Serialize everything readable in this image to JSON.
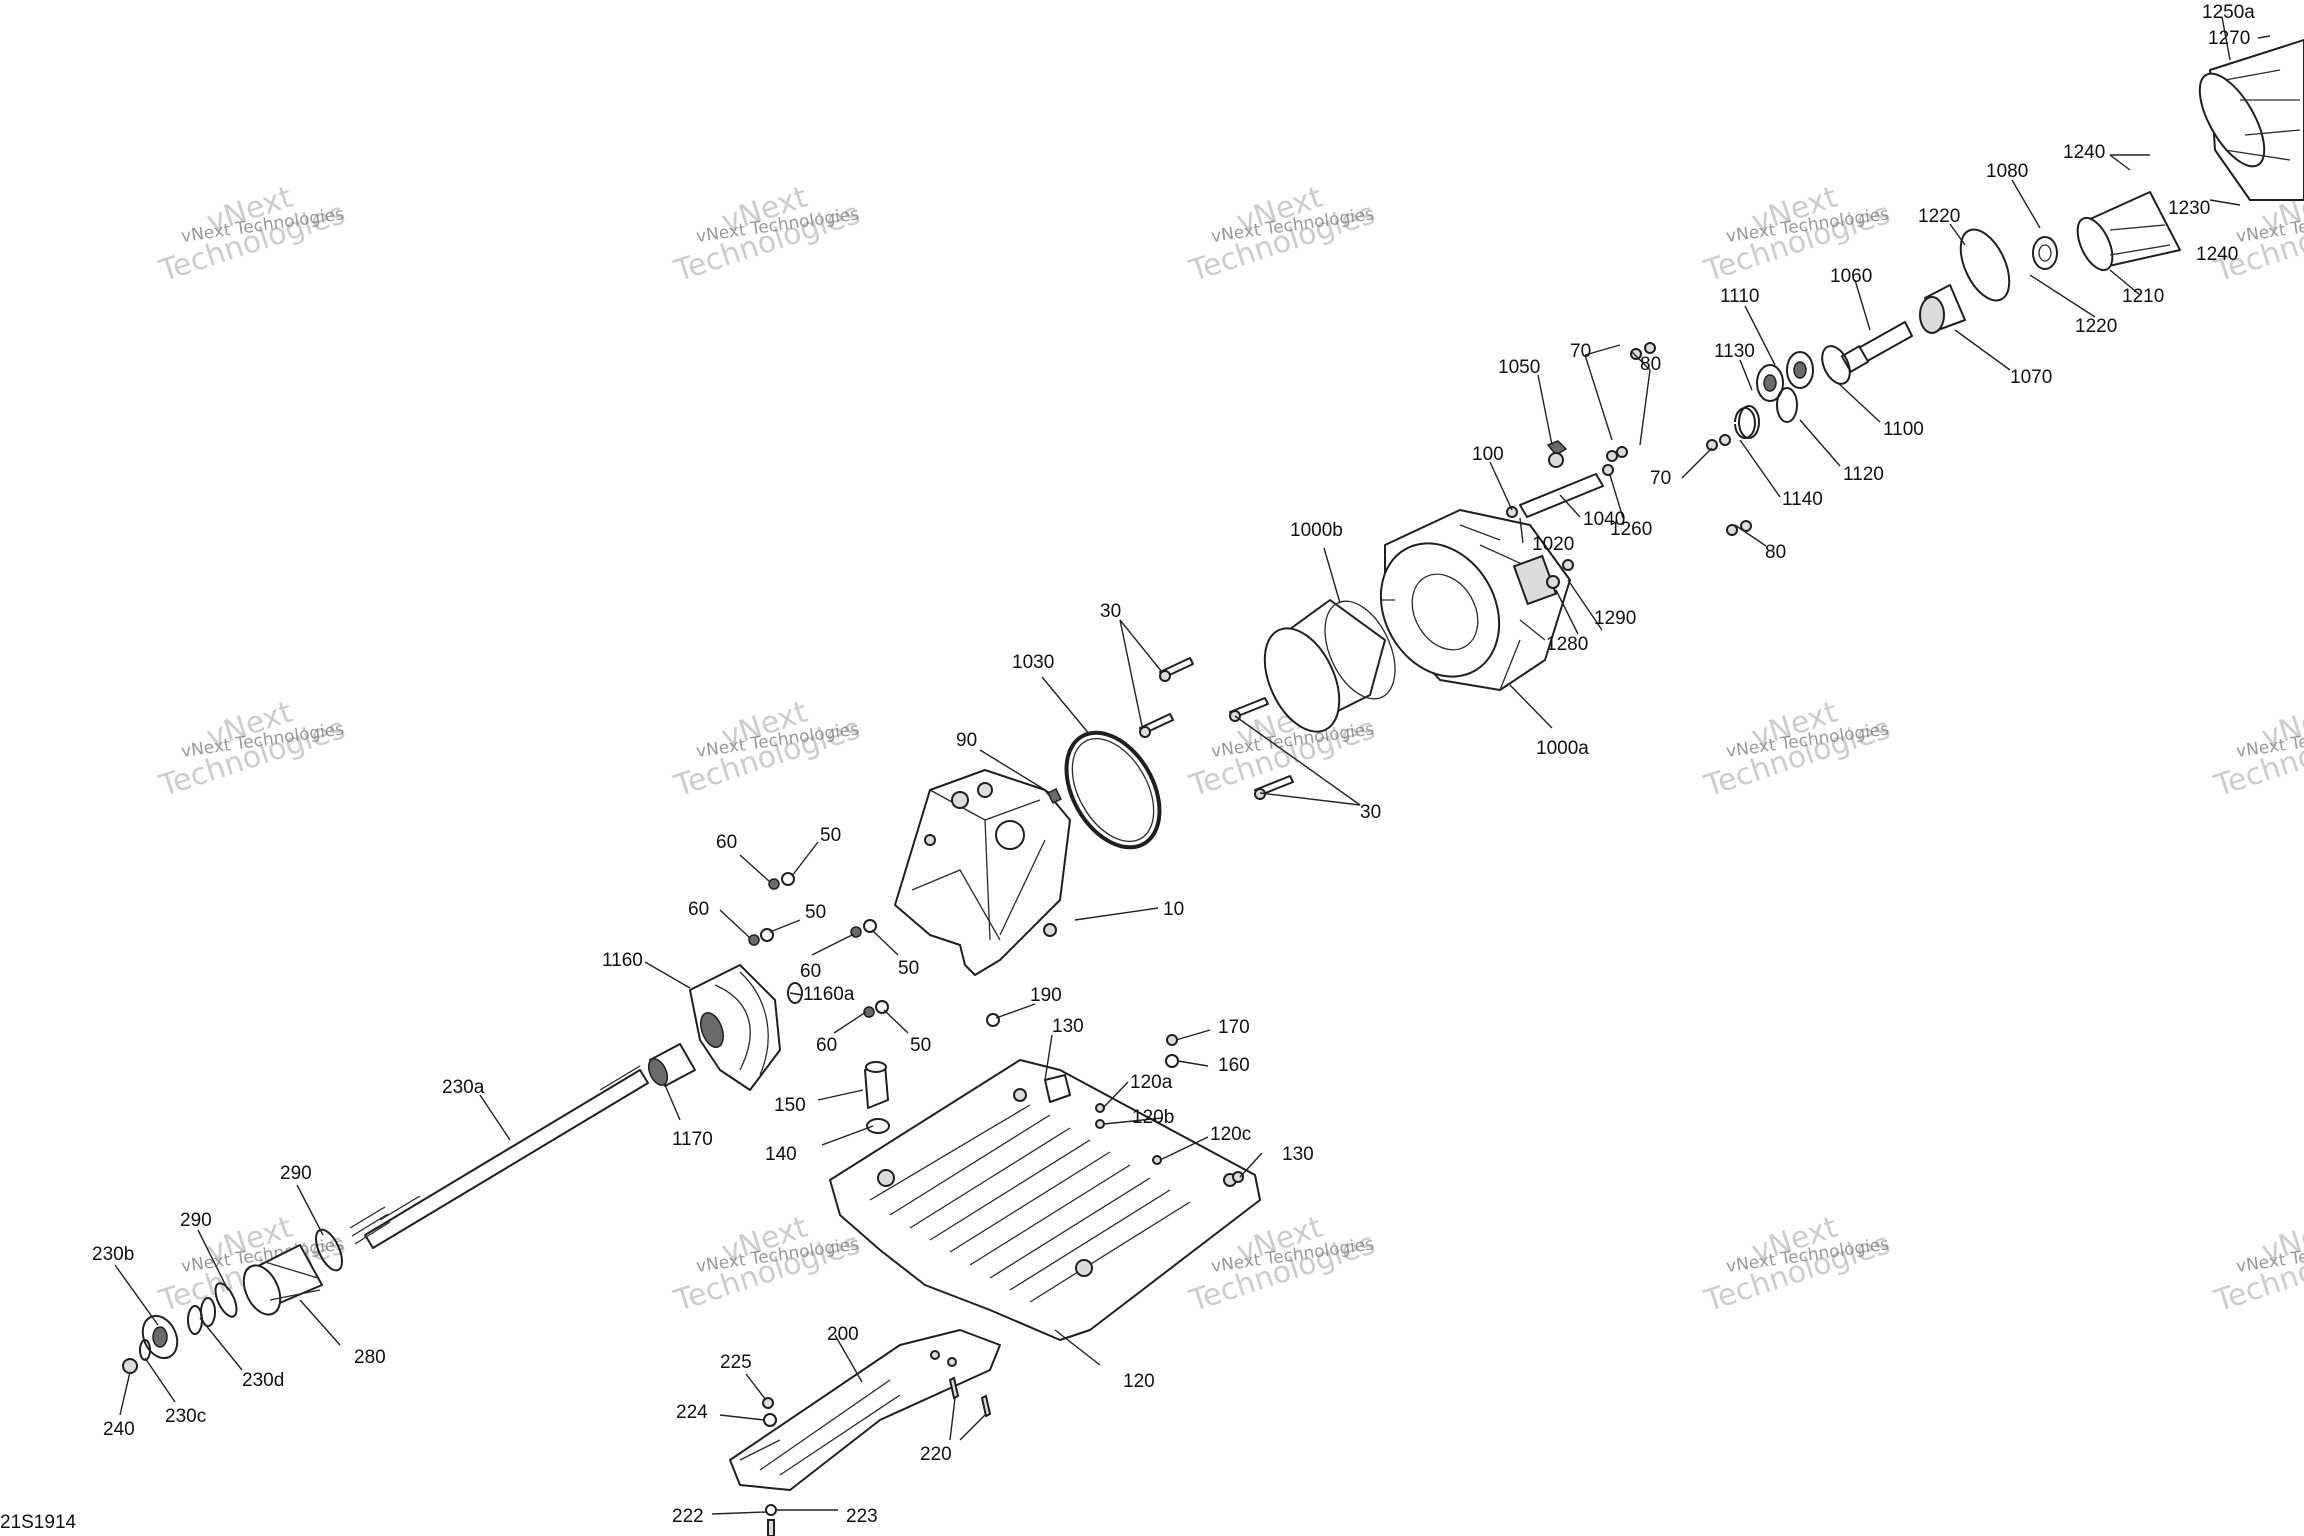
{
  "figure_code": "21S1914",
  "watermark": {
    "line1": "vNext",
    "line2": "Technologies",
    "caption": "vNext Technologies"
  },
  "callouts": [
    "1250a",
    "1270",
    "1240",
    "1240",
    "1230",
    "1080",
    "1220",
    "1220",
    "1210",
    "1110",
    "1060",
    "1070",
    "1130",
    "1100",
    "1120",
    "1140",
    "1050",
    "70",
    "80",
    "70",
    "80",
    "100",
    "1040",
    "1260",
    "1020",
    "1000b",
    "1280",
    "1290",
    "1000a",
    "30",
    "30",
    "1030",
    "90",
    "10",
    "60",
    "50",
    "60",
    "50",
    "60",
    "50",
    "60",
    "50",
    "1160",
    "1160a",
    "190",
    "130",
    "170",
    "160",
    "230a",
    "150",
    "120a",
    "120b",
    "140",
    "1170",
    "120c",
    "130",
    "290",
    "290",
    "230b",
    "280",
    "230d",
    "240",
    "230c",
    "200",
    "120",
    "225",
    "224",
    "220",
    "222",
    "223"
  ]
}
